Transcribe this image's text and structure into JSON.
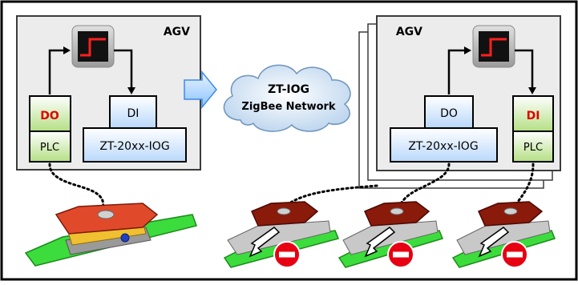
{
  "frame": {
    "border_color": "#000000",
    "background": "#ffffff"
  },
  "left_agv": {
    "title": "AGV",
    "do_label": "DO",
    "plc_label": "PLC",
    "di_label": "DI",
    "module_label": "ZT-20xx-IOG",
    "signal_icon": "step-signal-icon"
  },
  "network": {
    "line1": "ZT-IOG",
    "line2": "ZigBee Network"
  },
  "right_agv": {
    "title": "AGV",
    "do_label": "DO",
    "di_label": "DI",
    "plc_label": "PLC",
    "module_label": "ZT-20xx-IOG",
    "signal_icon": "step-signal-icon"
  },
  "colors": {
    "panel_fill": "#ececec",
    "io_highlight_text": "#e00000",
    "io_box_green": "#c8e6a0",
    "module_blue": "#cfe3fa",
    "signal_red": "#ff2020",
    "arrow_blue": "#5aa7f5",
    "cloud_fill": "#dde9f6",
    "agv_red": "#e04a2a",
    "track_green": "#3cdc3c",
    "stop_red": "#e60012"
  }
}
